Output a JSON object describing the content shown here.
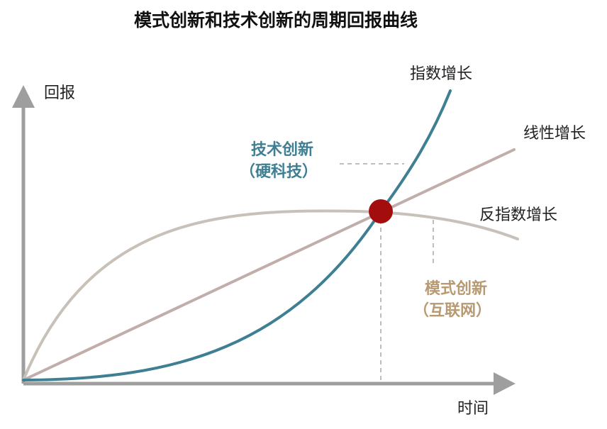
{
  "title": "模式创新和技术创新的周期回报曲线",
  "axes": {
    "y_label": "回报",
    "x_label": "时间"
  },
  "curves": {
    "exponential": {
      "label": "指数增长",
      "color": "#3f7f93"
    },
    "linear": {
      "label": "线性增长",
      "color": "#c1aeaa"
    },
    "inverse_exponential": {
      "label": "反指数增长",
      "color": "#c8c1b9"
    }
  },
  "annotations": {
    "tech_innovation": {
      "line1": "技术创新",
      "line2": "（硬科技）",
      "color": "#3f7f93"
    },
    "model_innovation": {
      "line1": "模式创新",
      "line2": "（互联网）",
      "color": "#b79a73"
    }
  },
  "intersection_color": "#a30d0d",
  "axis_color": "#9e9e9e",
  "guide_color": "#a9a9a9"
}
